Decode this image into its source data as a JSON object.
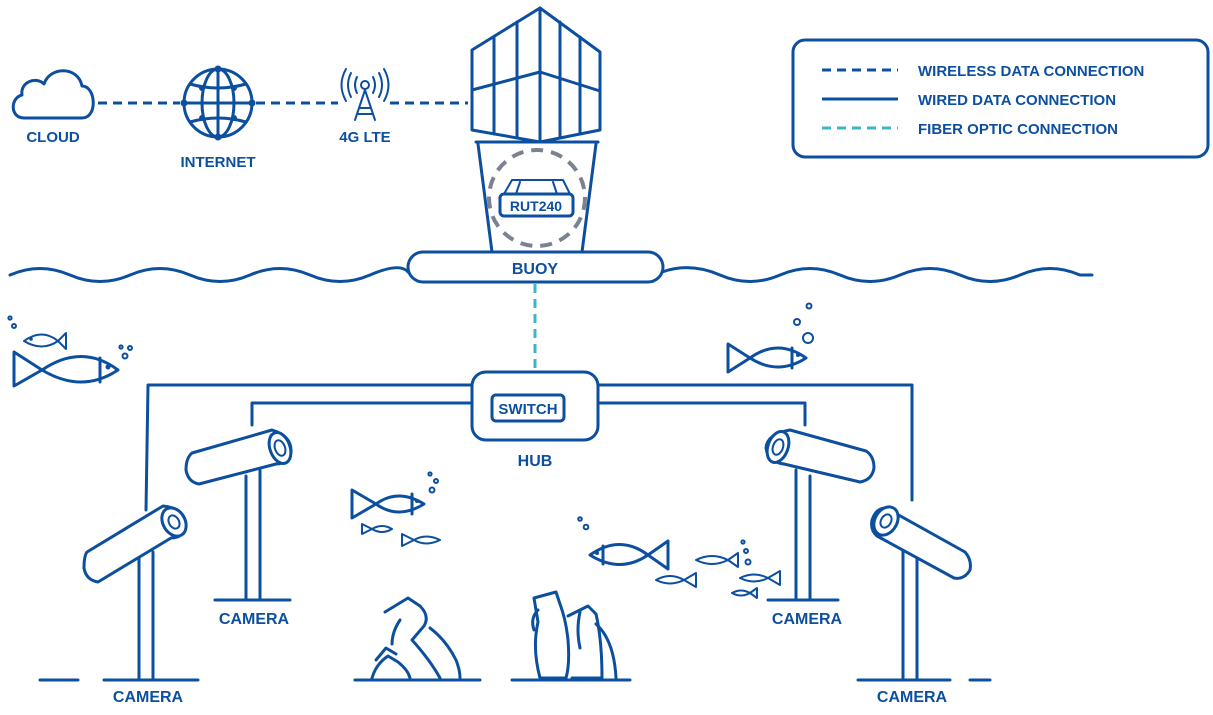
{
  "colors": {
    "primary": "#0d4f9f",
    "fiber": "#3bb5c8",
    "gray": "#7a8290"
  },
  "legend": {
    "wireless_label": "WIRELESS DATA CONNECTION",
    "wired_label": "WIRED DATA CONNECTION",
    "fiber_label": "FIBER OPTIC CONNECTION"
  },
  "nodes": {
    "cloud": "CLOUD",
    "internet": "INTERNET",
    "lte": "4G LTE",
    "router": "RUT240",
    "buoy": "BUOY",
    "switch": "SWITCH",
    "hub": "HUB"
  },
  "cameras": [
    "CAMERA",
    "CAMERA",
    "CAMERA",
    "CAMERA"
  ],
  "icons": [
    "cloud-icon",
    "globe-icon",
    "cell-tower-icon",
    "solar-panel-icon",
    "router-icon",
    "fish-icon",
    "amphora-icon",
    "camera-icon"
  ]
}
